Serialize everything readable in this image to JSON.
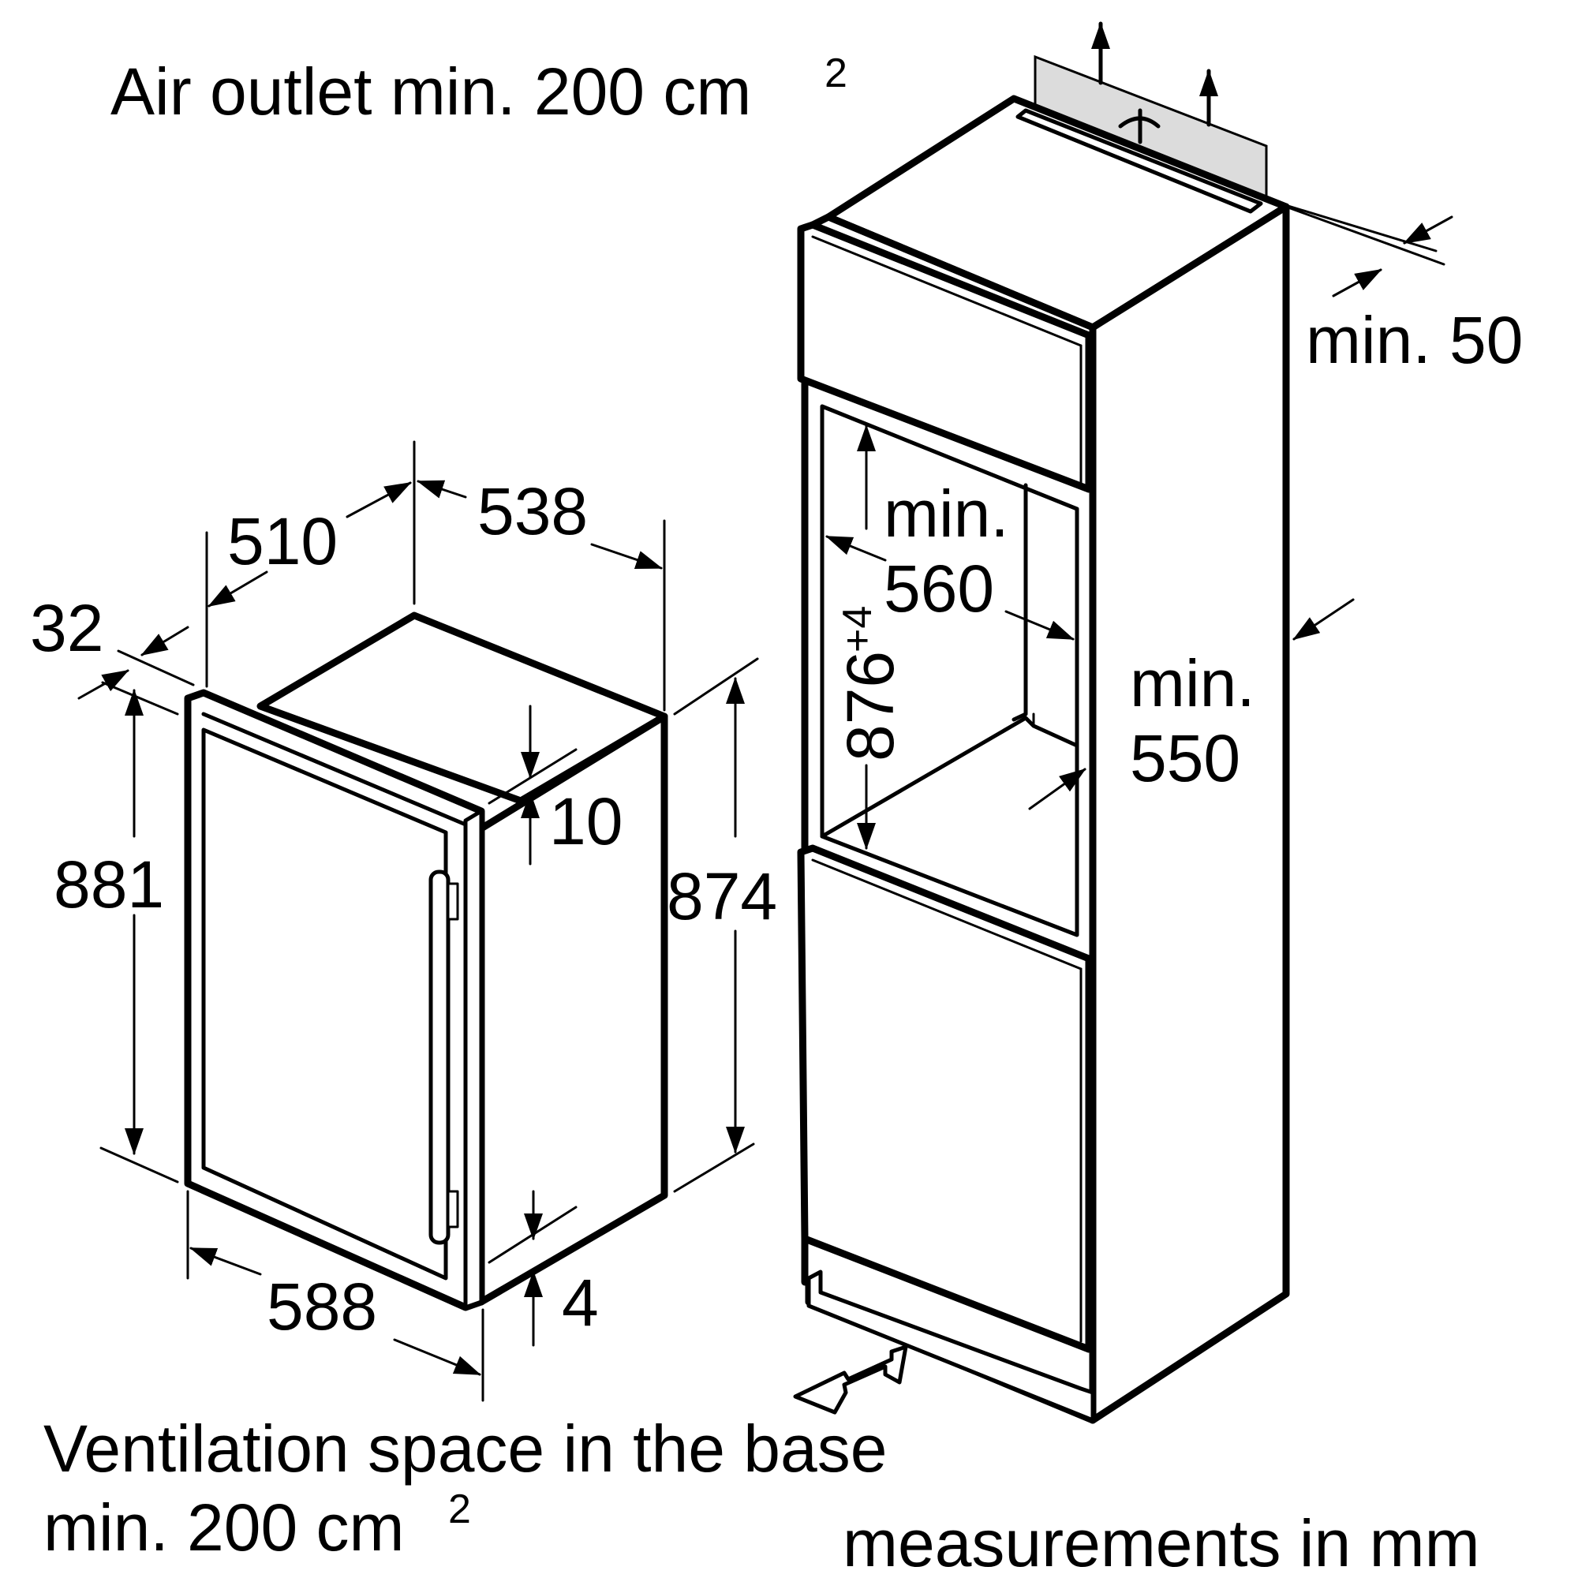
{
  "labels": {
    "air_outlet": "Air outlet min. 200 cm",
    "air_outlet_sup": "2",
    "ventilation_line1": "Ventilation space in the base",
    "ventilation_line2": "min. 200 cm",
    "ventilation_sup": "2",
    "units": "measurements in mm"
  },
  "appliance_dimensions": {
    "depth_with_door": "538",
    "depth": "510",
    "door_thickness": "32",
    "height_total": "881",
    "height_body": "874",
    "top_gap": "10",
    "bottom_gap": "4",
    "width": "588"
  },
  "niche_dimensions": {
    "top_clearance_min_label": "min. 50",
    "niche_width_label": "min.",
    "niche_width_value": "560",
    "niche_height": "876",
    "niche_height_tolerance": "+4",
    "niche_depth_label": "min.",
    "niche_depth_value": "550"
  },
  "colors": {
    "line": "#000000",
    "vent_grille": "#dcdcdc"
  }
}
